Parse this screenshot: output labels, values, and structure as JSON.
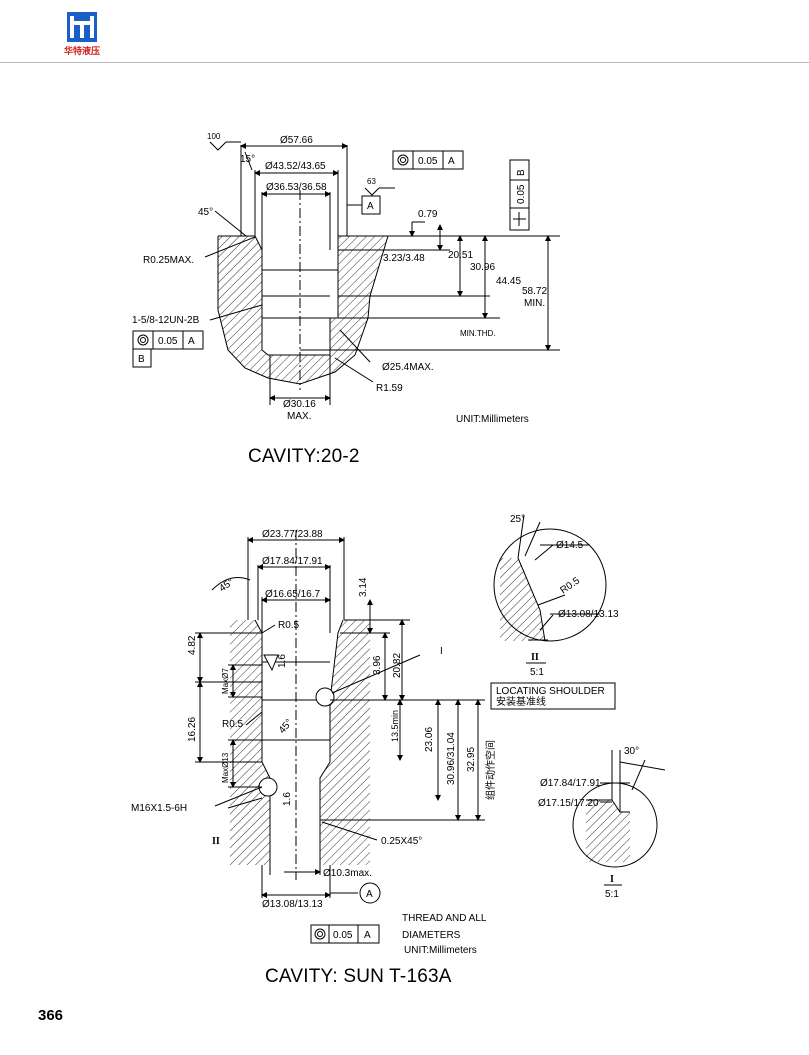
{
  "header": {
    "brand": "华特液压"
  },
  "cavity1": {
    "title": "CAVITY:20-2",
    "unit": "UNIT:Millimeters",
    "dims": {
      "d1": "Ø57.66",
      "d2": "Ø43.52/43.65",
      "d3": "Ø36.53/36.58",
      "roughness1": "100",
      "roughness2": "63",
      "angle15": "15°",
      "angle45": "45°",
      "r025": "R0.25MAX.",
      "thread": "1-5/8-12UN-2B",
      "d079": "0.79",
      "d323": "3.23/3.48",
      "d2051": "20.51",
      "d3096": "30.96",
      "d4445": "44.45",
      "d5872": "58.72",
      "d5872b": "MIN.",
      "minthd": "MIN.THD.",
      "d254": "Ø25.4MAX.",
      "r159": "R1.59",
      "d3016": "Ø30.16",
      "d3016b": "MAX."
    },
    "tol1": {
      "val": "0.05",
      "ref": "A"
    },
    "tol2": {
      "val": "0.05",
      "ref": "B"
    },
    "tol3": {
      "val": "0.05",
      "ref": "A"
    },
    "datumA": "A",
    "datumB": "B"
  },
  "cavity2": {
    "title": "CAVITY: SUN T-163A",
    "note1": "THREAD AND ALL",
    "note2": "DIAMETERS",
    "unit": "UNIT:Millimeters",
    "locating_en": "LOCATING SHOULDER",
    "locating_cn": "安装基准线",
    "vertical_cn": "组件动作空间",
    "dims": {
      "d2377": "Ø23.77/23.88",
      "d1784": "Ø17.84/17.91",
      "d1665": "Ø16.65/16.7",
      "a45": "45°",
      "r05": "R0.5",
      "d314": "3.14",
      "d482": "4.82",
      "d16": "1.6",
      "d396": "3.96",
      "d2082": "20.82",
      "max7": "MaxØ7",
      "d1626": "16.26",
      "r05b": "R0.5",
      "a45b": "45°",
      "d135": "13.5min",
      "d2306": "23.06",
      "d3096": "30.96/31.04",
      "d3295": "32.95",
      "max13": "MaxØ13",
      "d16b": "1.6",
      "thread": "M16X1.5-6H",
      "chamfer": "0.25X45°",
      "d103": "Ø10.3max.",
      "d1308": "Ø13.08/13.13",
      "markI": "I",
      "markII": "II"
    },
    "tol": {
      "val": "0.05",
      "ref": "A"
    },
    "datumA": "A",
    "detailII": {
      "angle": "25°",
      "d145": "Ø14.5",
      "r05": "R0.5",
      "d1308": "Ø13.08/13.13",
      "label": "II",
      "scale": "5:1"
    },
    "detailI": {
      "angle": "30°",
      "d1784": "Ø17.84/17.91",
      "d1715": "Ø17.15/17.20",
      "label": "I",
      "scale": "5:1"
    }
  },
  "page": {
    "number": "366"
  }
}
